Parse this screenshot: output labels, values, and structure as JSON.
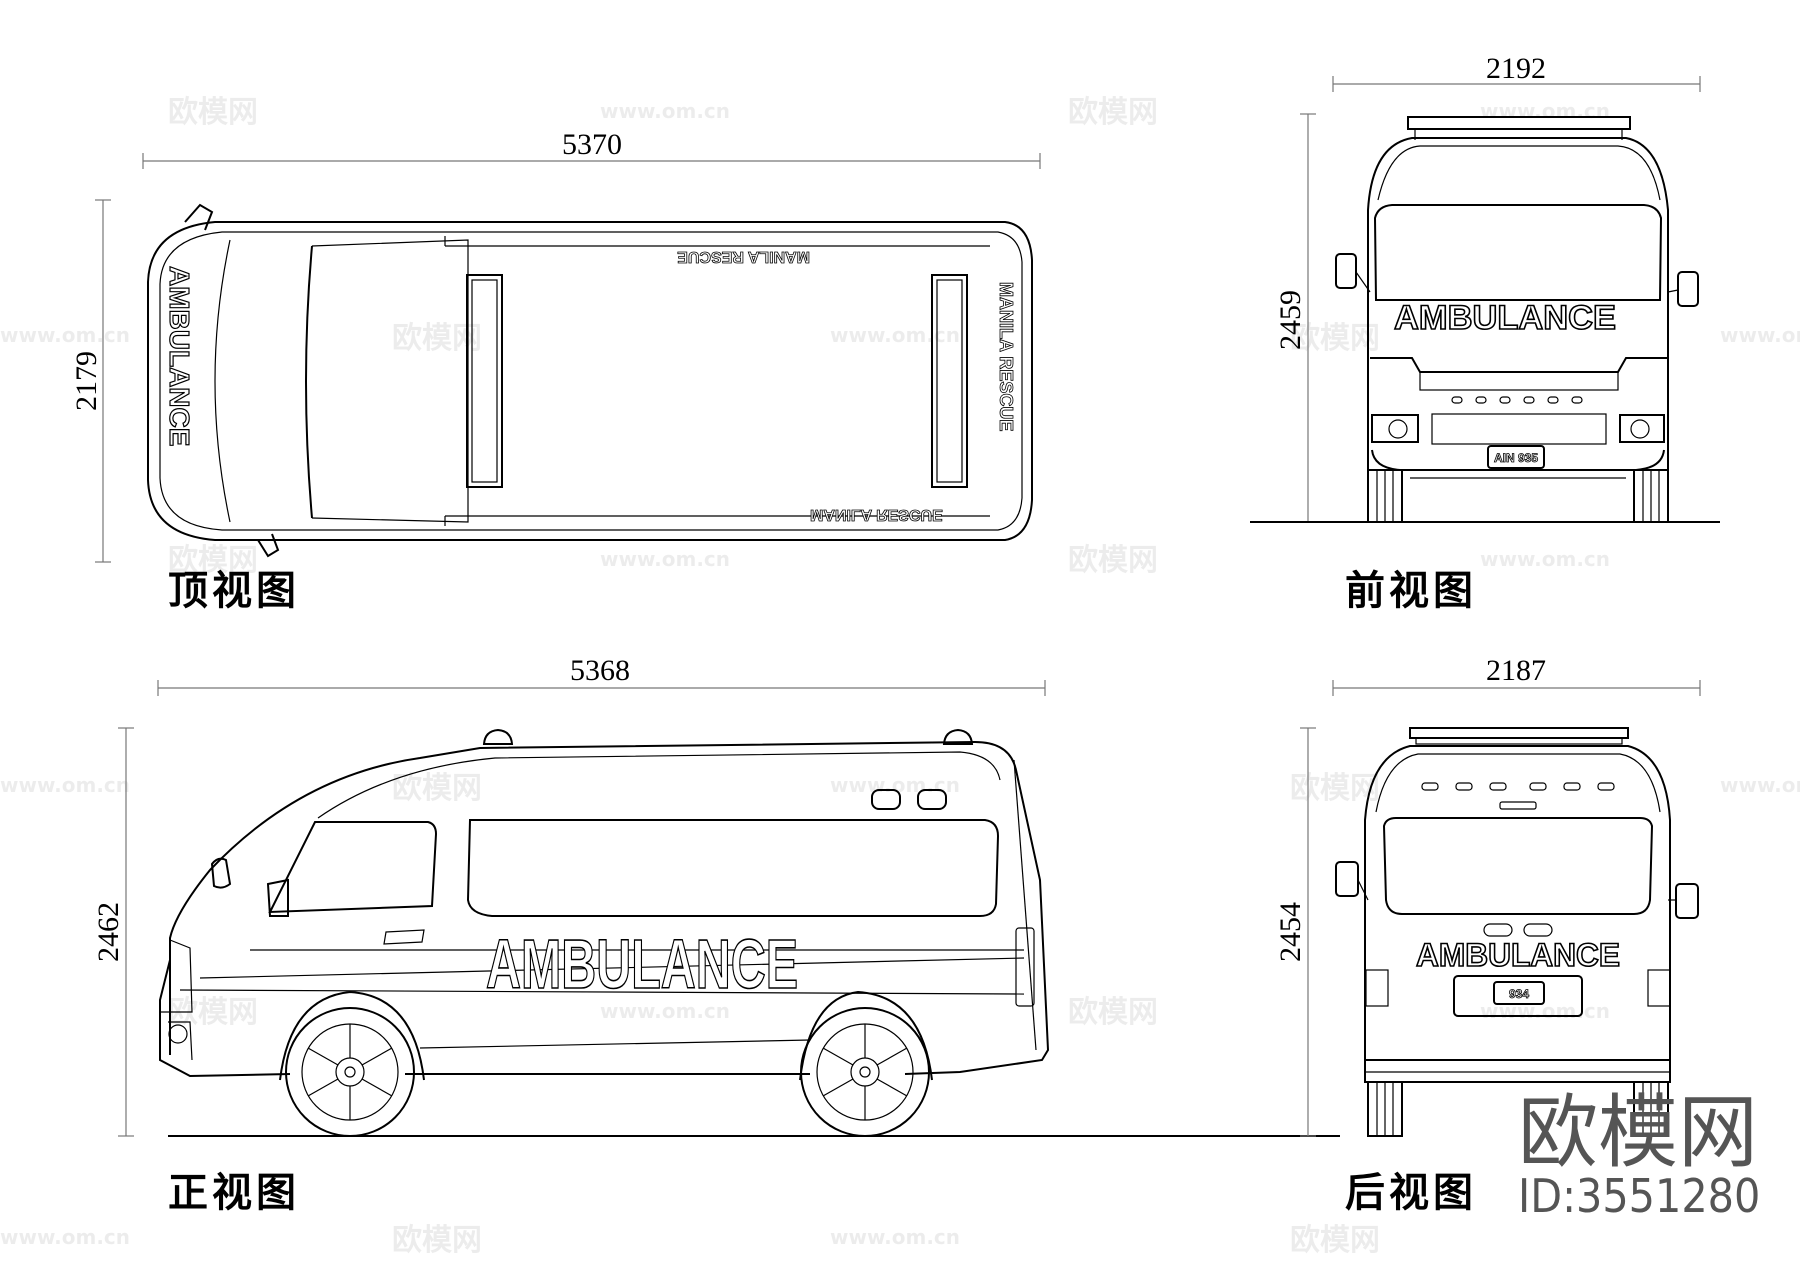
{
  "views": {
    "top": {
      "caption": "顶视图",
      "length": "5370",
      "width": "2179",
      "hood_text": "AMBULANCE",
      "side_text": "MANILA RESCUE"
    },
    "front": {
      "caption": "前视图",
      "width": "2192",
      "height": "2459",
      "text": "AMBULANCE",
      "plate": "AIN 935"
    },
    "side": {
      "caption": "正视图",
      "length": "5368",
      "height": "2462",
      "text": "AMBULANCE"
    },
    "rear": {
      "caption": "后视图",
      "width": "2187",
      "height": "2454",
      "text": "AMBULANCE",
      "plate": "934"
    }
  },
  "watermark": {
    "logo_text": "欧模网",
    "url_text": "www.om.cn"
  },
  "branding": {
    "logo": "欧模网",
    "id": "ID:3551280"
  }
}
